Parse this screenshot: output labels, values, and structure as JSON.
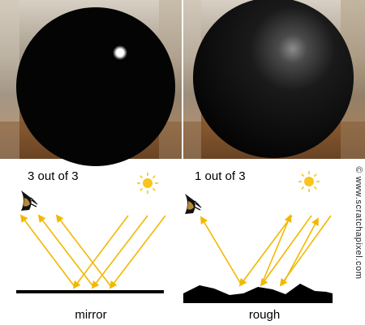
{
  "panels": [
    {
      "caption": "3 out of 3",
      "surface_label": "mirror",
      "sphere_finish": "sharp-highlight"
    },
    {
      "caption": "1 out of 3",
      "surface_label": "rough",
      "sphere_finish": "blurred-highlight"
    }
  ],
  "credit": "© www.scratchapixel.com",
  "colors": {
    "ray": "#f2b800",
    "sun": "#f7c51d",
    "surface": "#000000",
    "sphere": "#050505",
    "background_top": "#c9c2b6",
    "background_floor": "#8a5a30"
  },
  "icons": [
    "eye-icon",
    "sun-icon"
  ]
}
